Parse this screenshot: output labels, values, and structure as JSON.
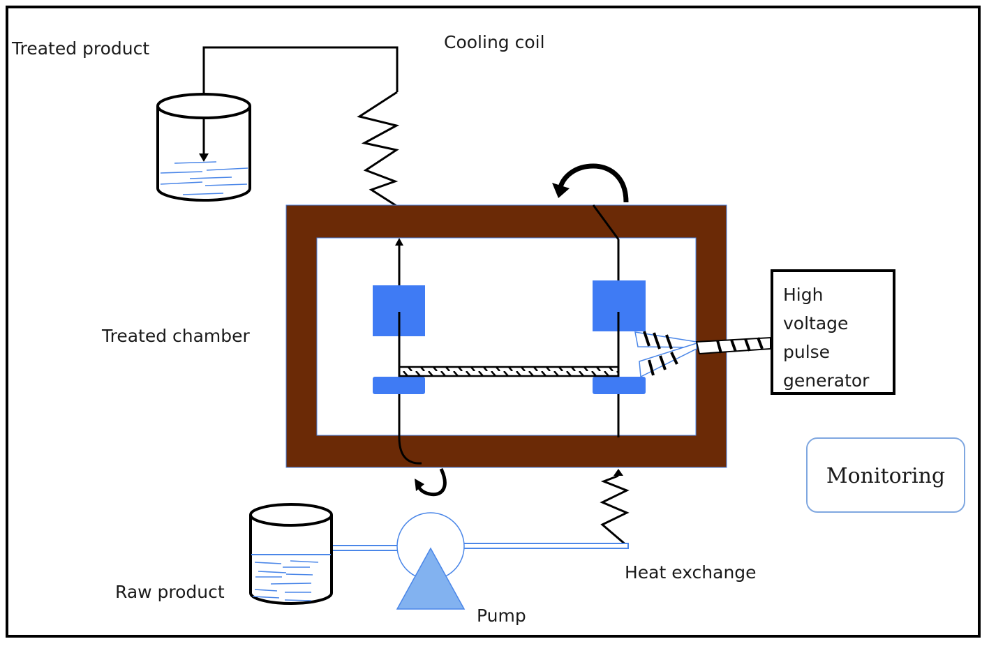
{
  "labels": {
    "treated_product": "Treated product",
    "cooling_coil": "Cooling coil",
    "treated_chamber": "Treated chamber",
    "raw_product": "Raw product",
    "pump": "Pump",
    "heat_exchange": "Heat exchange",
    "monitoring": "Monitoring",
    "generator_lines": [
      "High",
      "voltage",
      "pulse",
      "generator"
    ]
  },
  "colors": {
    "chamber_wall": "#6b2a06",
    "electrode": "#3f7bf4",
    "liquid": "#4a86e8",
    "pump": "#82b2f0",
    "outline": "#000000",
    "monitor_border": "#7fa7e0"
  }
}
